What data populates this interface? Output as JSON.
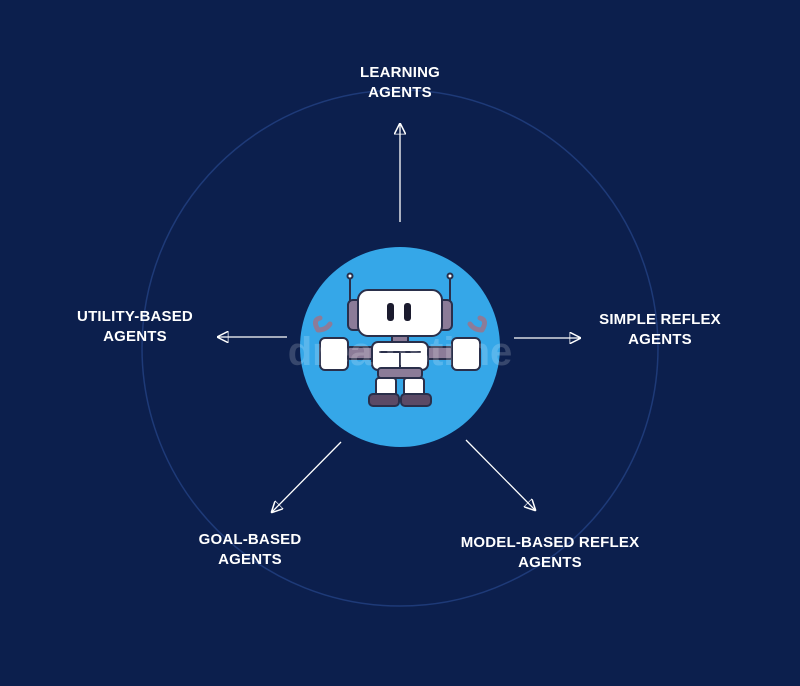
{
  "diagram": {
    "center": "robot",
    "nodes": [
      {
        "id": "learning",
        "line1": "LEARNING",
        "line2": "AGENTS"
      },
      {
        "id": "simple-reflex",
        "line1": "SIMPLE REFLEX",
        "line2": "AGENTS"
      },
      {
        "id": "model-based",
        "line1": "MODEL-BASED REFLEX",
        "line2": "AGENTS"
      },
      {
        "id": "goal-based",
        "line1": "GOAL-BASED",
        "line2": "AGENTS"
      },
      {
        "id": "utility-based",
        "line1": "UTILITY-BASED",
        "line2": "AGENTS"
      }
    ]
  },
  "watermark": "dreamstime",
  "colors": {
    "background": "#0c1f4d",
    "center_circle": "#35a7e8",
    "ring": "#1e3a78",
    "arrow": "#ffffff",
    "robot_body": "#ffffff",
    "robot_accent": "#8c7c98",
    "robot_dark": "#5b4a66"
  }
}
